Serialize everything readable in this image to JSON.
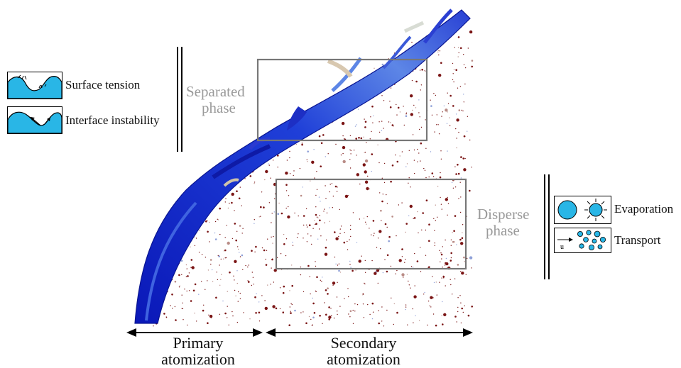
{
  "mechanisms_left": [
    {
      "label": "Surface tension",
      "icon": "surface-tension-icon"
    },
    {
      "label": "Interface instability",
      "icon": "interface-instability-icon"
    }
  ],
  "mechanisms_right": [
    {
      "label": "Evaporation",
      "icon": "evaporation-icon"
    },
    {
      "label": "Transport",
      "icon": "transport-icon",
      "symbol": "u"
    }
  ],
  "phases": {
    "separated": {
      "line1": "Separated",
      "line2": "phase"
    },
    "disperse": {
      "line1": "Disperse",
      "line2": "phase"
    }
  },
  "regions": {
    "primary": {
      "line1": "Primary",
      "line2": "atomization"
    },
    "secondary": {
      "line1": "Secondary",
      "line2": "atomization"
    }
  },
  "colors": {
    "liquid_icon": "#29b6e6",
    "jet_blue": "#1a2bc8",
    "droplet_red": "#7a1414",
    "phase_label": "#9a9a9a",
    "region_box": "#777777"
  }
}
